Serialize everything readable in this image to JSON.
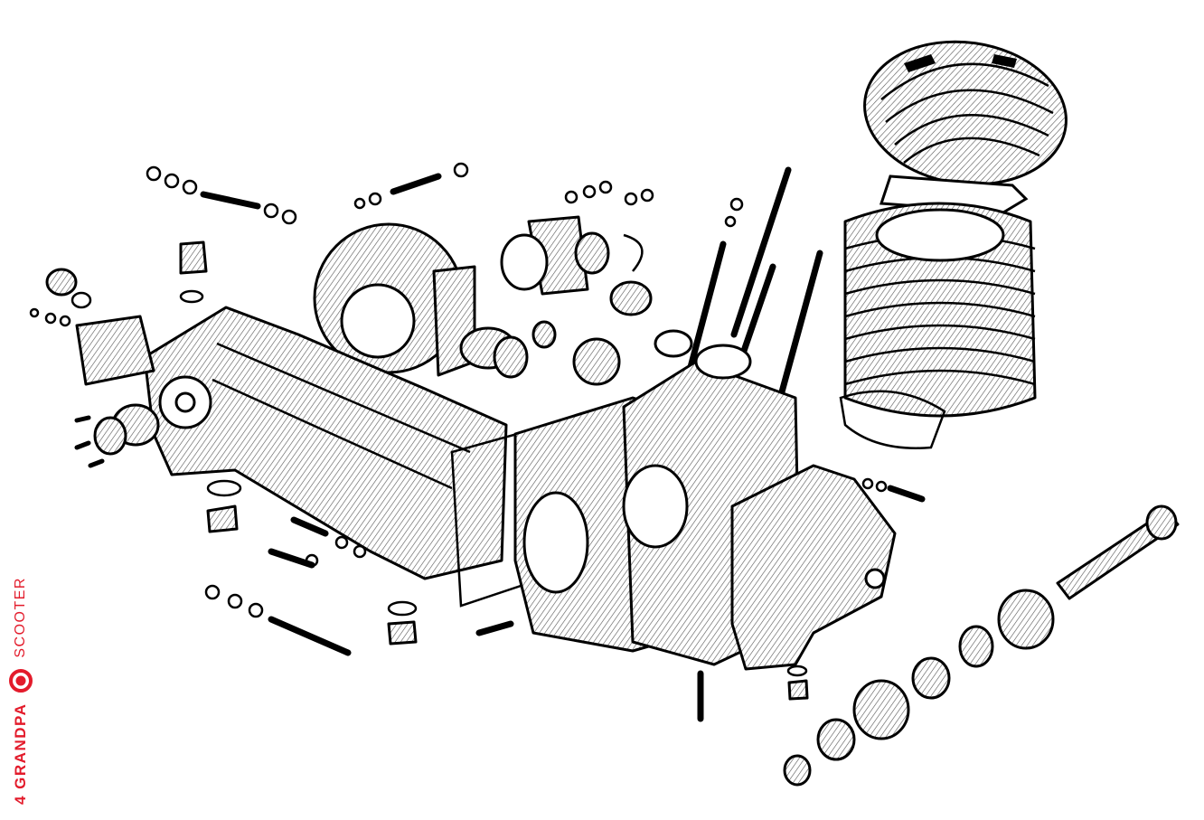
{
  "brand": {
    "name": "4 GRANDPA",
    "category": "SCOOTER",
    "accent_color": "#e31b2b",
    "logo_icon": "target-icon"
  },
  "illustration": {
    "subject_icon": "exploded-engine-illustration"
  }
}
